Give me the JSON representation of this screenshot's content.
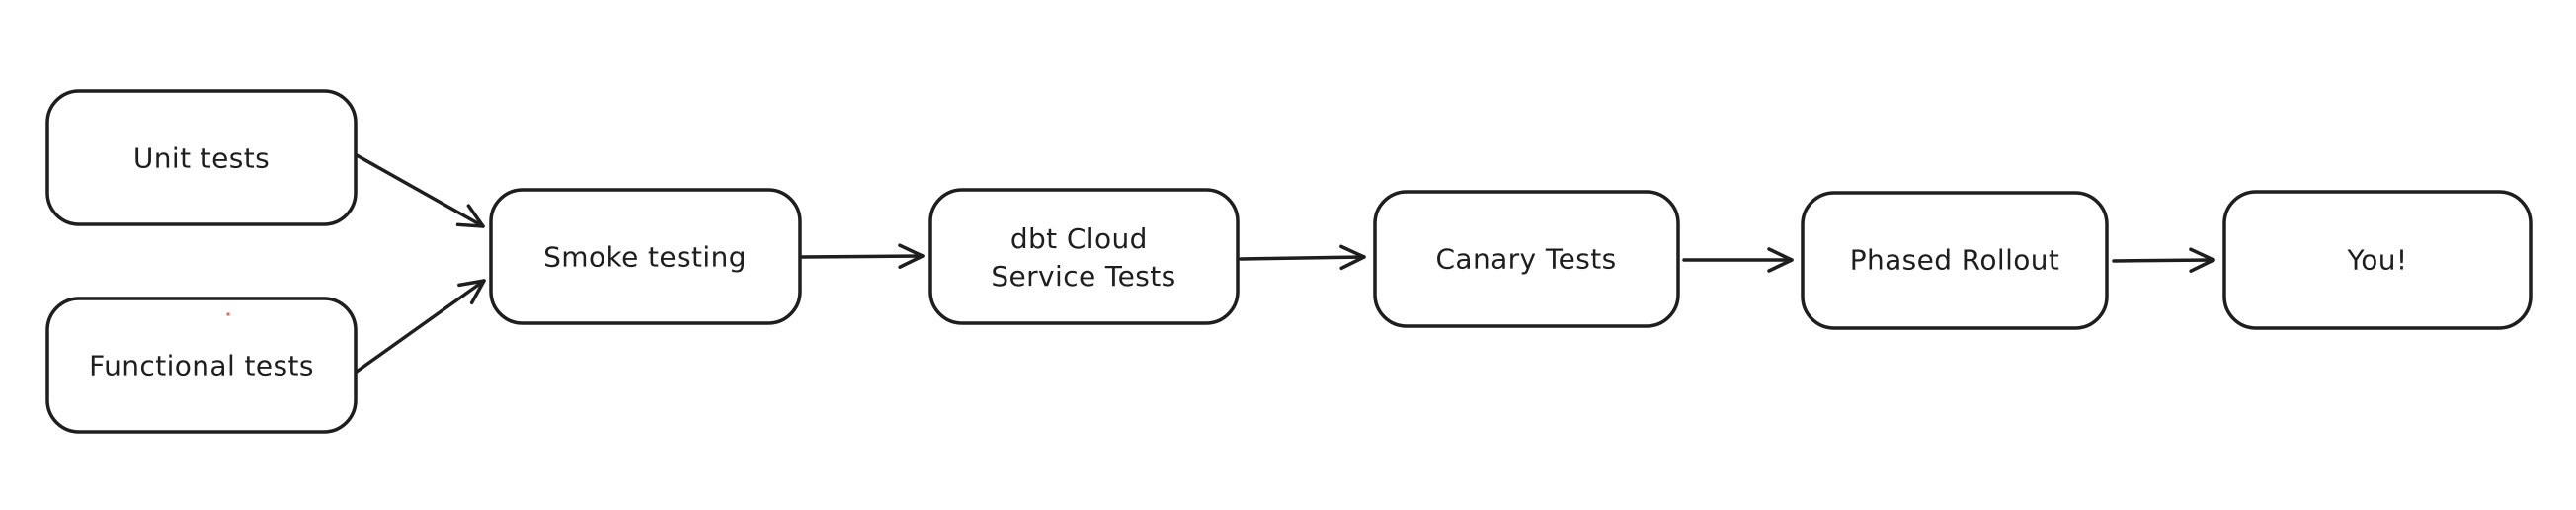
{
  "diagram": {
    "type": "flowchart",
    "background_color": "#ffffff",
    "stroke_color": "#1e1e1e",
    "node_fill_color": "#ffffff",
    "artifact_dot_color": "#cc4f44",
    "nodes": [
      {
        "id": "unit-tests",
        "label": "Unit tests"
      },
      {
        "id": "functional-tests",
        "label": "Functional tests"
      },
      {
        "id": "smoke-testing",
        "label": "Smoke testing"
      },
      {
        "id": "dbt-cloud-service-tests",
        "label": "dbt Cloud Service Tests",
        "lines": [
          "dbt Cloud",
          "Service Tests"
        ]
      },
      {
        "id": "canary-tests",
        "label": "Canary Tests"
      },
      {
        "id": "phased-rollout",
        "label": "Phased Rollout"
      },
      {
        "id": "you",
        "label": "You!"
      }
    ],
    "edges": [
      {
        "from": "unit-tests",
        "to": "smoke-testing"
      },
      {
        "from": "functional-tests",
        "to": "smoke-testing"
      },
      {
        "from": "smoke-testing",
        "to": "dbt-cloud-service-tests"
      },
      {
        "from": "dbt-cloud-service-tests",
        "to": "canary-tests"
      },
      {
        "from": "canary-tests",
        "to": "phased-rollout"
      },
      {
        "from": "phased-rollout",
        "to": "you"
      }
    ]
  }
}
